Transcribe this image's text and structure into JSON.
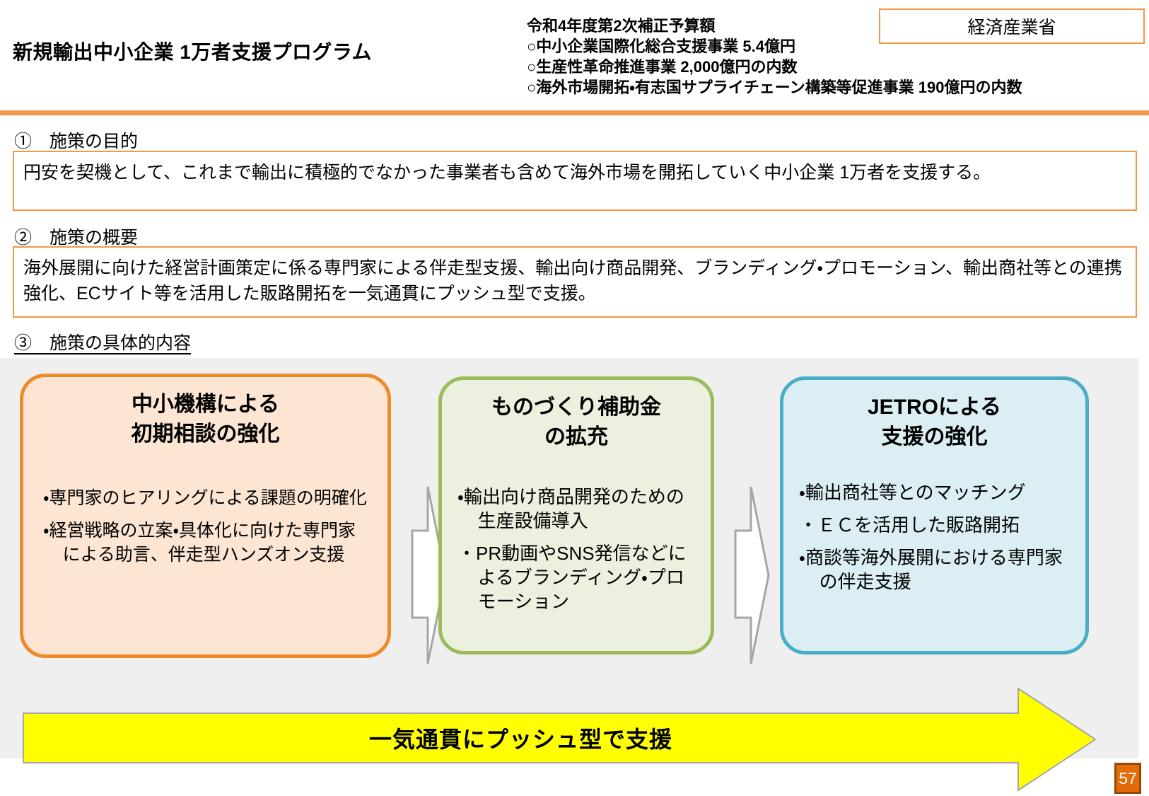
{
  "header": {
    "title": "新規輸出中小企業 1万者支援プログラム",
    "budget": {
      "lines": [
        "令和4年度第2次補正予算額",
        "○中小企業国際化総合支援事業 5.4億円",
        "○生産性革命推進事業 2,000億円の内数",
        "○海外市場開拓・有志国サプライチェーン構築等促進事業 190億円の内数"
      ]
    },
    "ministry_label": "経済産業省"
  },
  "sections": {
    "purpose": {
      "heading": "①　施策の目的",
      "body": "円安を契機として、これまで輸出に積極的でなかった事業者も含めて海外市場を開拓していく中小企業 1万者を支援する。"
    },
    "overview": {
      "heading": "②　施策の概要",
      "body": "海外展開に向けた経営計画策定に係る専門家による伴走型支援、輸出向け商品開発、ブランディング・プロモーション、輸出商社等との連携強化、ECサイト等を活用した販路開拓を一気通貫にプッシュ型で支援。"
    },
    "details": {
      "heading": "③　施策の具体的内容"
    }
  },
  "cards": [
    {
      "title": "中小機構による\n初期相談の強化",
      "bullets": [
        "専門家のヒアリングによる課題の明確化",
        "経営戦略の立案・具体化に向けた専門家による助言、伴走型ハンズオン支援"
      ],
      "border_color": "#ED8A2B",
      "fill_color": "#FCE5D2"
    },
    {
      "title": "ものづくり補助金\nの拡充",
      "bullets": [
        "輸出向け商品開発のための生産設備導入",
        "PR動画やSNS発信などによるブランディング・プロモーション"
      ],
      "border_color": "#9BBB59",
      "fill_color": "#EBF1DE"
    },
    {
      "title": "JETROによる\n支援の強化",
      "bullets": [
        "輸出商社等とのマッチング",
        "ＥＣを活用した販路開拓",
        "商談等海外展開における専門家の伴走支援"
      ],
      "border_color": "#4BACC6",
      "fill_color": "#DAEEF3"
    }
  ],
  "push_arrow": {
    "label": "一気通貫にプッシュ型で支援",
    "fill_color": "#FFFF00"
  },
  "page": {
    "number": "57"
  },
  "colors": {
    "accent_orange": "#F79646",
    "panel_gray": "#EFEFEF",
    "connector_gray": "#A6A6A6",
    "badge_orange": "#E36C0A",
    "badge_border": "#974806"
  }
}
